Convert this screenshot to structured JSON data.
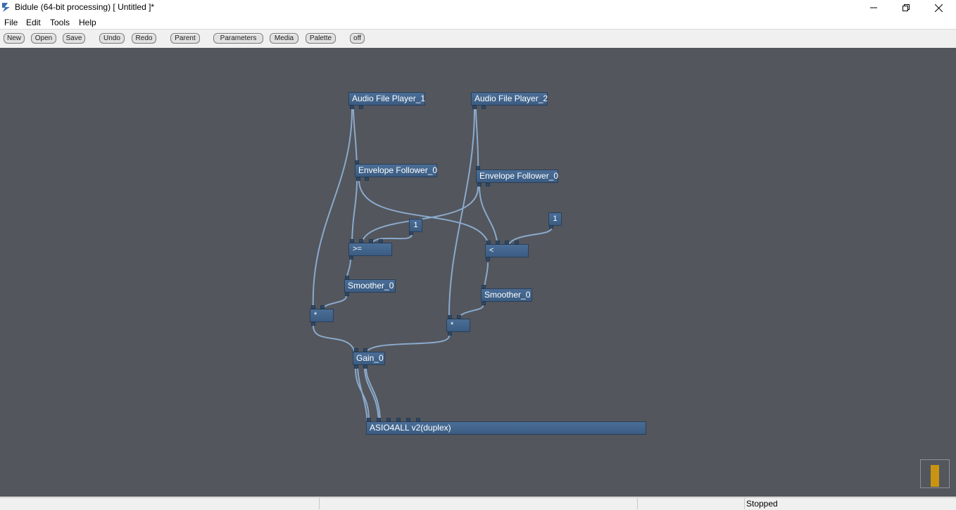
{
  "window": {
    "title": "Bidule (64-bit processing) [ Untitled ]*"
  },
  "menu": [
    "File",
    "Edit",
    "Tools",
    "Help"
  ],
  "toolbar": {
    "new": "New",
    "open": "Open",
    "save": "Save",
    "undo": "Undo",
    "redo": "Redo",
    "parent": "Parent",
    "parameters": "Parameters",
    "media": "Media",
    "palette": "Palette",
    "off": "off"
  },
  "nodes": {
    "audio_file_player_1": "Audio File Player_1",
    "audio_file_player_2": "Audio File Player_2",
    "envelope_follower_left": "Envelope Follower_0",
    "envelope_follower_right": "Envelope Follower_0",
    "compare_gte": ">=",
    "compare_lt": "<",
    "constant_left": "1",
    "constant_right": "1",
    "smoother_left": "Smoother_0",
    "smoother_right": "Smoother_0",
    "multiply_left": "*",
    "multiply_right": "*",
    "gain": "Gain_0",
    "audio_device": "ASIO4ALL v2(duplex)"
  },
  "cpu_meter": {
    "level": 0.85,
    "color": "#c99412"
  },
  "status": {
    "cells": [
      "",
      "",
      ""
    ],
    "state": "Stopped"
  },
  "colors": {
    "canvas": "#53565c",
    "node": "#3f6189",
    "wire": "#8aa9cc"
  }
}
